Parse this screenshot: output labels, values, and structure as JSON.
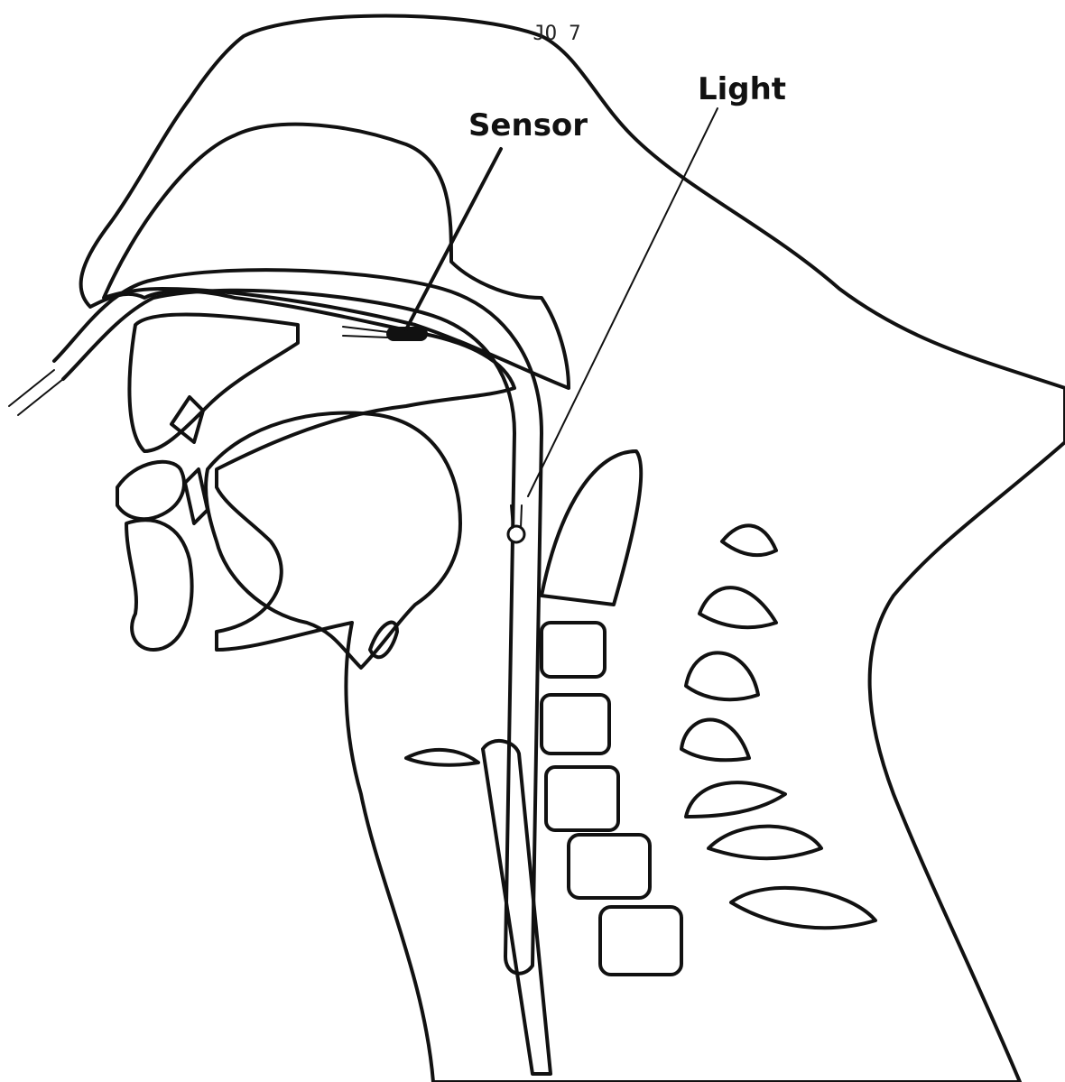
{
  "figure": {
    "reference_code": "JO 7",
    "labels": {
      "sensor": "Sensor",
      "light": "Light"
    },
    "colors": {
      "ink": "#111111",
      "hatch": "#9a9a9a",
      "paper": "#ffffff"
    }
  }
}
